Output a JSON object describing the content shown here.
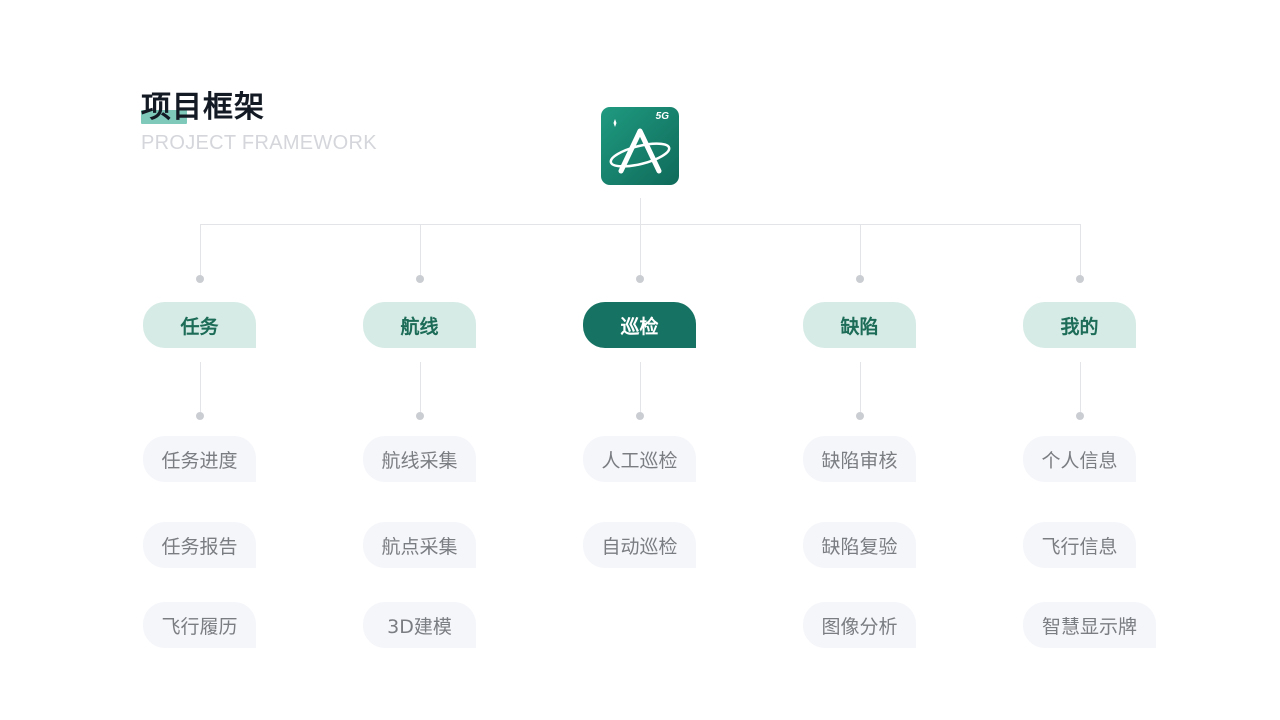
{
  "header": {
    "title": "项目框架",
    "subtitle": "PROJECT FRAMEWORK"
  },
  "app_icon": {
    "badge": "5G",
    "icon": "app-logo-a-orbit-icon",
    "color": "#167262"
  },
  "colors": {
    "category_bg": "#d6ebe5",
    "category_text": "#1c6c58",
    "category_active_bg": "#167262",
    "item_bg": "#f5f6fa",
    "item_text": "#7a7d82"
  },
  "columns": [
    {
      "label": "任务",
      "active": false,
      "items": [
        "任务进度",
        "任务报告",
        "飞行履历"
      ]
    },
    {
      "label": "航线",
      "active": false,
      "items": [
        "航线采集",
        "航点采集",
        "3D建模"
      ]
    },
    {
      "label": "巡检",
      "active": true,
      "items": [
        "人工巡检",
        "自动巡检"
      ]
    },
    {
      "label": "缺陷",
      "active": false,
      "items": [
        "缺陷审核",
        "缺陷复验",
        "图像分析"
      ]
    },
    {
      "label": "我的",
      "active": false,
      "items": [
        "个人信息",
        "飞行信息",
        "智慧显示牌"
      ]
    }
  ]
}
